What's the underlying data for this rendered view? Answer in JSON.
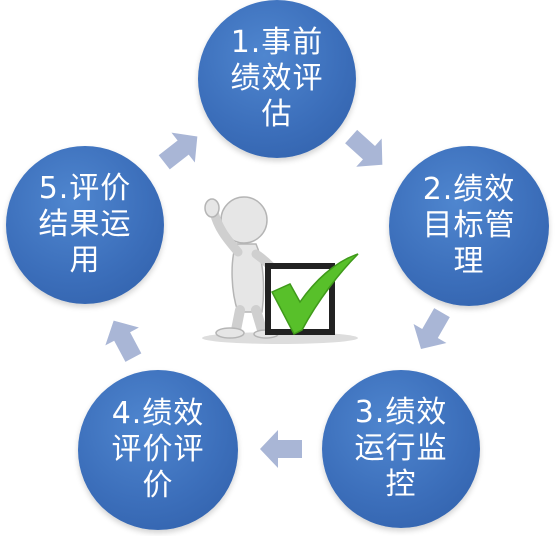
{
  "cycle": {
    "steps": [
      {
        "label": "1.事前绩效评估"
      },
      {
        "label": "2.绩效目标管理"
      },
      {
        "label": "3.绩效运行监控"
      },
      {
        "label": "4.绩效评价评价"
      },
      {
        "label": "5.评价结果运用"
      }
    ]
  },
  "colors": {
    "circle": "#3c6fbb",
    "arrow": "#a9b6d6",
    "check": "#58c02a",
    "box": "#222222"
  }
}
